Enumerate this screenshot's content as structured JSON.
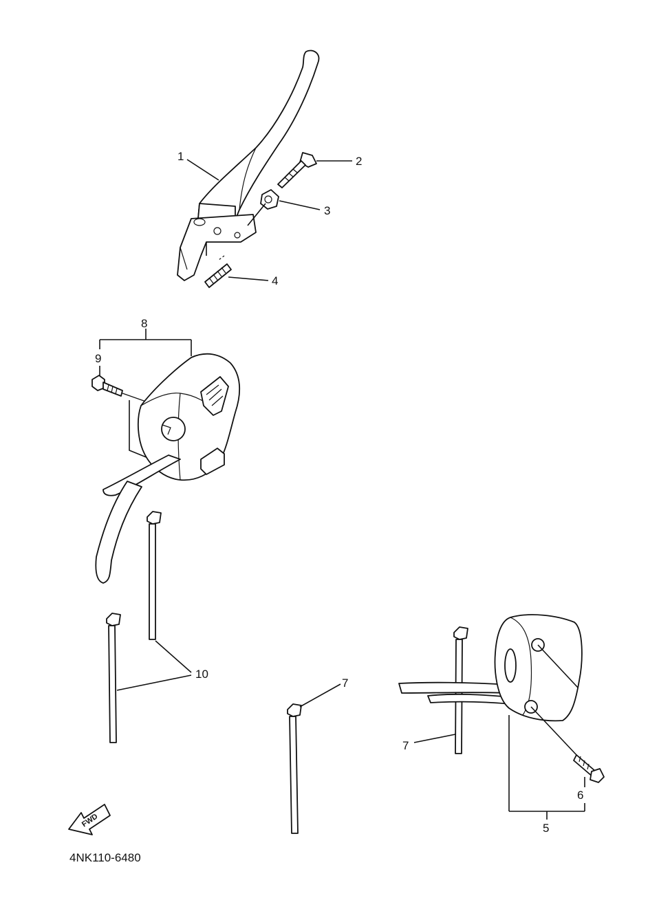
{
  "labels": {
    "p1": "1",
    "p2": "2",
    "p3": "3",
    "p4": "4",
    "p5": "5",
    "p6": "6",
    "p7a": "7",
    "p7b": "7",
    "p8": "8",
    "p9": "9",
    "p10": "10"
  },
  "fwd_arrow_text": "FWD",
  "diagram_code": "4NK110-6480"
}
